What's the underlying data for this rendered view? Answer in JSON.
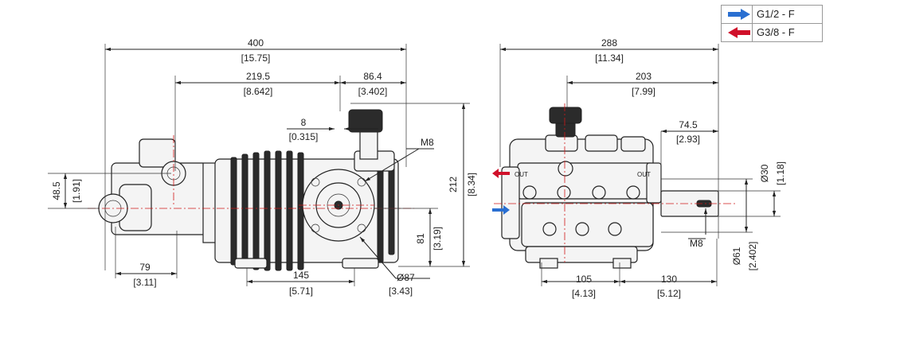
{
  "legend": {
    "inlet": {
      "label": "G1/2 - F",
      "color": "#2a6fd1"
    },
    "outlet": {
      "label": "G3/8 - F",
      "color": "#d0102a"
    }
  },
  "side_view": {
    "overall_length": {
      "mm": "400",
      "inch": "[15.75]"
    },
    "length_a": {
      "mm": "219.5",
      "inch": "[8.642]"
    },
    "length_b": {
      "mm": "86.4",
      "inch": "[3.402]"
    },
    "offset": {
      "mm": "8",
      "inch": "[0.315]"
    },
    "thread": "M8",
    "height": {
      "mm": "212",
      "inch": "[8.34]"
    },
    "inlet_height": {
      "mm": "48.5",
      "inch": "[1.91]"
    },
    "shaft_height": {
      "mm": "81",
      "inch": "[3.19]"
    },
    "inlet_dist": {
      "mm": "79",
      "inch": "[3.11]"
    },
    "base_length": {
      "mm": "145",
      "inch": "[5.71]"
    },
    "flange_dia": {
      "mm": "Ø87",
      "inch": "[3.43]"
    }
  },
  "front_view": {
    "overall_width": {
      "mm": "288",
      "inch": "[11.34]"
    },
    "width_a": {
      "mm": "203",
      "inch": "[7.99]"
    },
    "shaft_len": {
      "mm": "74.5",
      "inch": "[2.93]"
    },
    "shaft_dia": {
      "mm": "Ø30",
      "inch": "[1.18]"
    },
    "thread": "M8",
    "flange_dia": {
      "mm": "Ø61",
      "inch": "[2.402]"
    },
    "base_a": {
      "mm": "105",
      "inch": "[4.13]"
    },
    "base_b": {
      "mm": "130",
      "inch": "[5.12]"
    },
    "port_label": "OUT"
  }
}
